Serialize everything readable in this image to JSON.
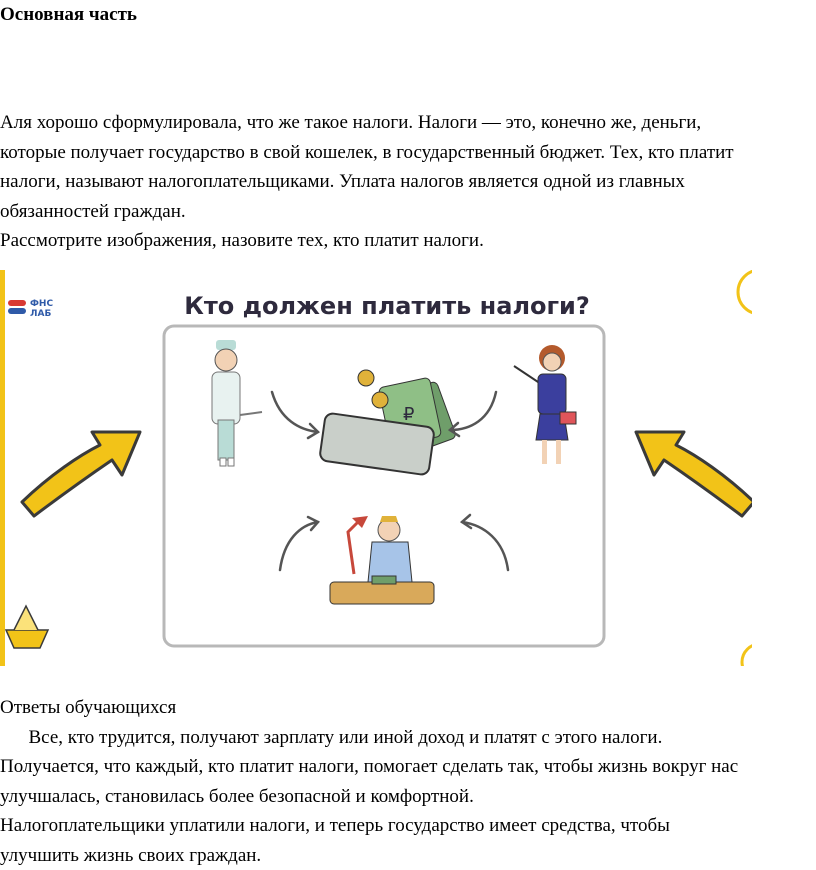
{
  "heading": "Основная часть",
  "intro": {
    "lines": [
      "Аля хорошо сформулировала, что же такое налоги. Налоги — это, конечно же, деньги,",
      "которые получает государство в свой кошелек, в государственный бюджет. Тех, кто платит",
      "налоги, называют налогоплательщиками. Уплата налогов является одной из главных",
      "обязанностей граждан.",
      "Рассмотрите изображения, назовите тех, кто платит налоги."
    ]
  },
  "figure": {
    "title": "Кто должен платить налоги?",
    "logo_line1": "ФНС",
    "logo_line2": "ЛАБ",
    "ruble_symbol": "₽",
    "colors": {
      "yellow": "#f2c318",
      "frame": "#b8b8b8",
      "card": "#c9cfc9",
      "money": "#6f9e6a",
      "coin": "#e0b23a",
      "teacher_jacket": "#3b3f9e",
      "doctor": "#b9dcd6"
    }
  },
  "answers": {
    "lines": [
      "Ответы обучающихся",
      "      Все, кто трудится, получают зарплату или иной доход и платят с этого налоги.",
      "Получается, что каждый, кто платит налоги, помогает сделать так, чтобы жизнь вокруг нас",
      "улучшалась, становилась более безопасной и комфортной.",
      "Налогоплательщики уплатили налоги, и теперь государство имеет средства, чтобы",
      "улучшить жизнь своих граждан."
    ]
  }
}
